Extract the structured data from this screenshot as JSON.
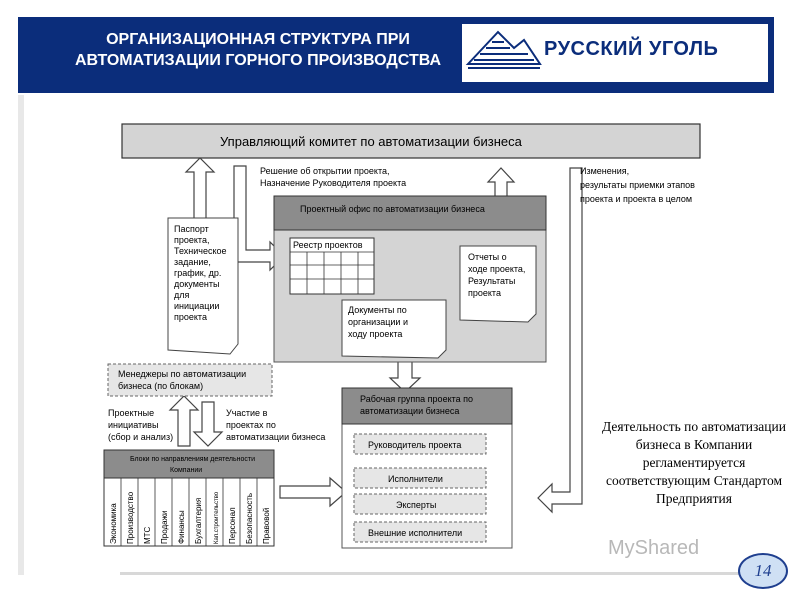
{
  "header": {
    "title": "ОРГАНИЗАЦИОННАЯ СТРУКТУРА ПРИ АВТОМАТИЗАЦИИ ГОРНОГО ПРОИЗВОДСТВА",
    "logo_text": "РУССКИЙ УГОЛЬ"
  },
  "diagram": {
    "committee": "Управляющий комитет по автоматизации бизнеса",
    "decision_note": [
      "Решение об открытии проекта,",
      "Назначение Руководителя проекта"
    ],
    "changes_note": [
      "Изменения,",
      "результаты приемки этапов",
      "проекта и проекта в целом"
    ],
    "project_office": "Проектный офис по автоматизации бизнеса",
    "registry": "Реестр проектов",
    "passport_doc": [
      "Паспорт",
      "проекта,",
      "Техническое",
      "задание,",
      "график, др.",
      "документы",
      "для",
      "инициации",
      "проекта"
    ],
    "reports_doc": [
      "Отчеты о",
      "ходе проекта,",
      "Результаты",
      "проекта"
    ],
    "docs_doc": [
      "Документы по",
      "организации и",
      "ходу проекта"
    ],
    "managers": [
      "Менеджеры по автоматизации",
      "бизнеса (по блокам)"
    ],
    "initiatives": [
      "Проектные",
      "инициативы",
      "(сбор и анализ)"
    ],
    "participation": [
      "Участие в",
      "проектах по",
      "автоматизации бизнеса"
    ],
    "working_group": [
      "Рабочая группа проекта по",
      "автоматизации бизнеса"
    ],
    "roles": [
      "Руководитель проекта",
      "Исполнители",
      "Эксперты",
      "Внешние исполнители"
    ],
    "blocks_title": [
      "Блоки по направлениям деятельности",
      "Компании"
    ],
    "blocks": [
      "Экономика",
      "Производство",
      "МТС",
      "Продажи",
      "Финансы",
      "Бухгалтерия",
      "Кап.строительство",
      "Персонал",
      "Безопасность",
      "Правовой"
    ]
  },
  "side_text": "Деятельность по автоматизации бизнеса в Компании регламентируется соответствующим Стандартом Предприятия",
  "watermark": "MyShared",
  "page_number": "14",
  "colors": {
    "header_bg": "#0b2d7b",
    "box_gray": "#d4d4d4",
    "dark_gray": "#8c8c8c"
  }
}
